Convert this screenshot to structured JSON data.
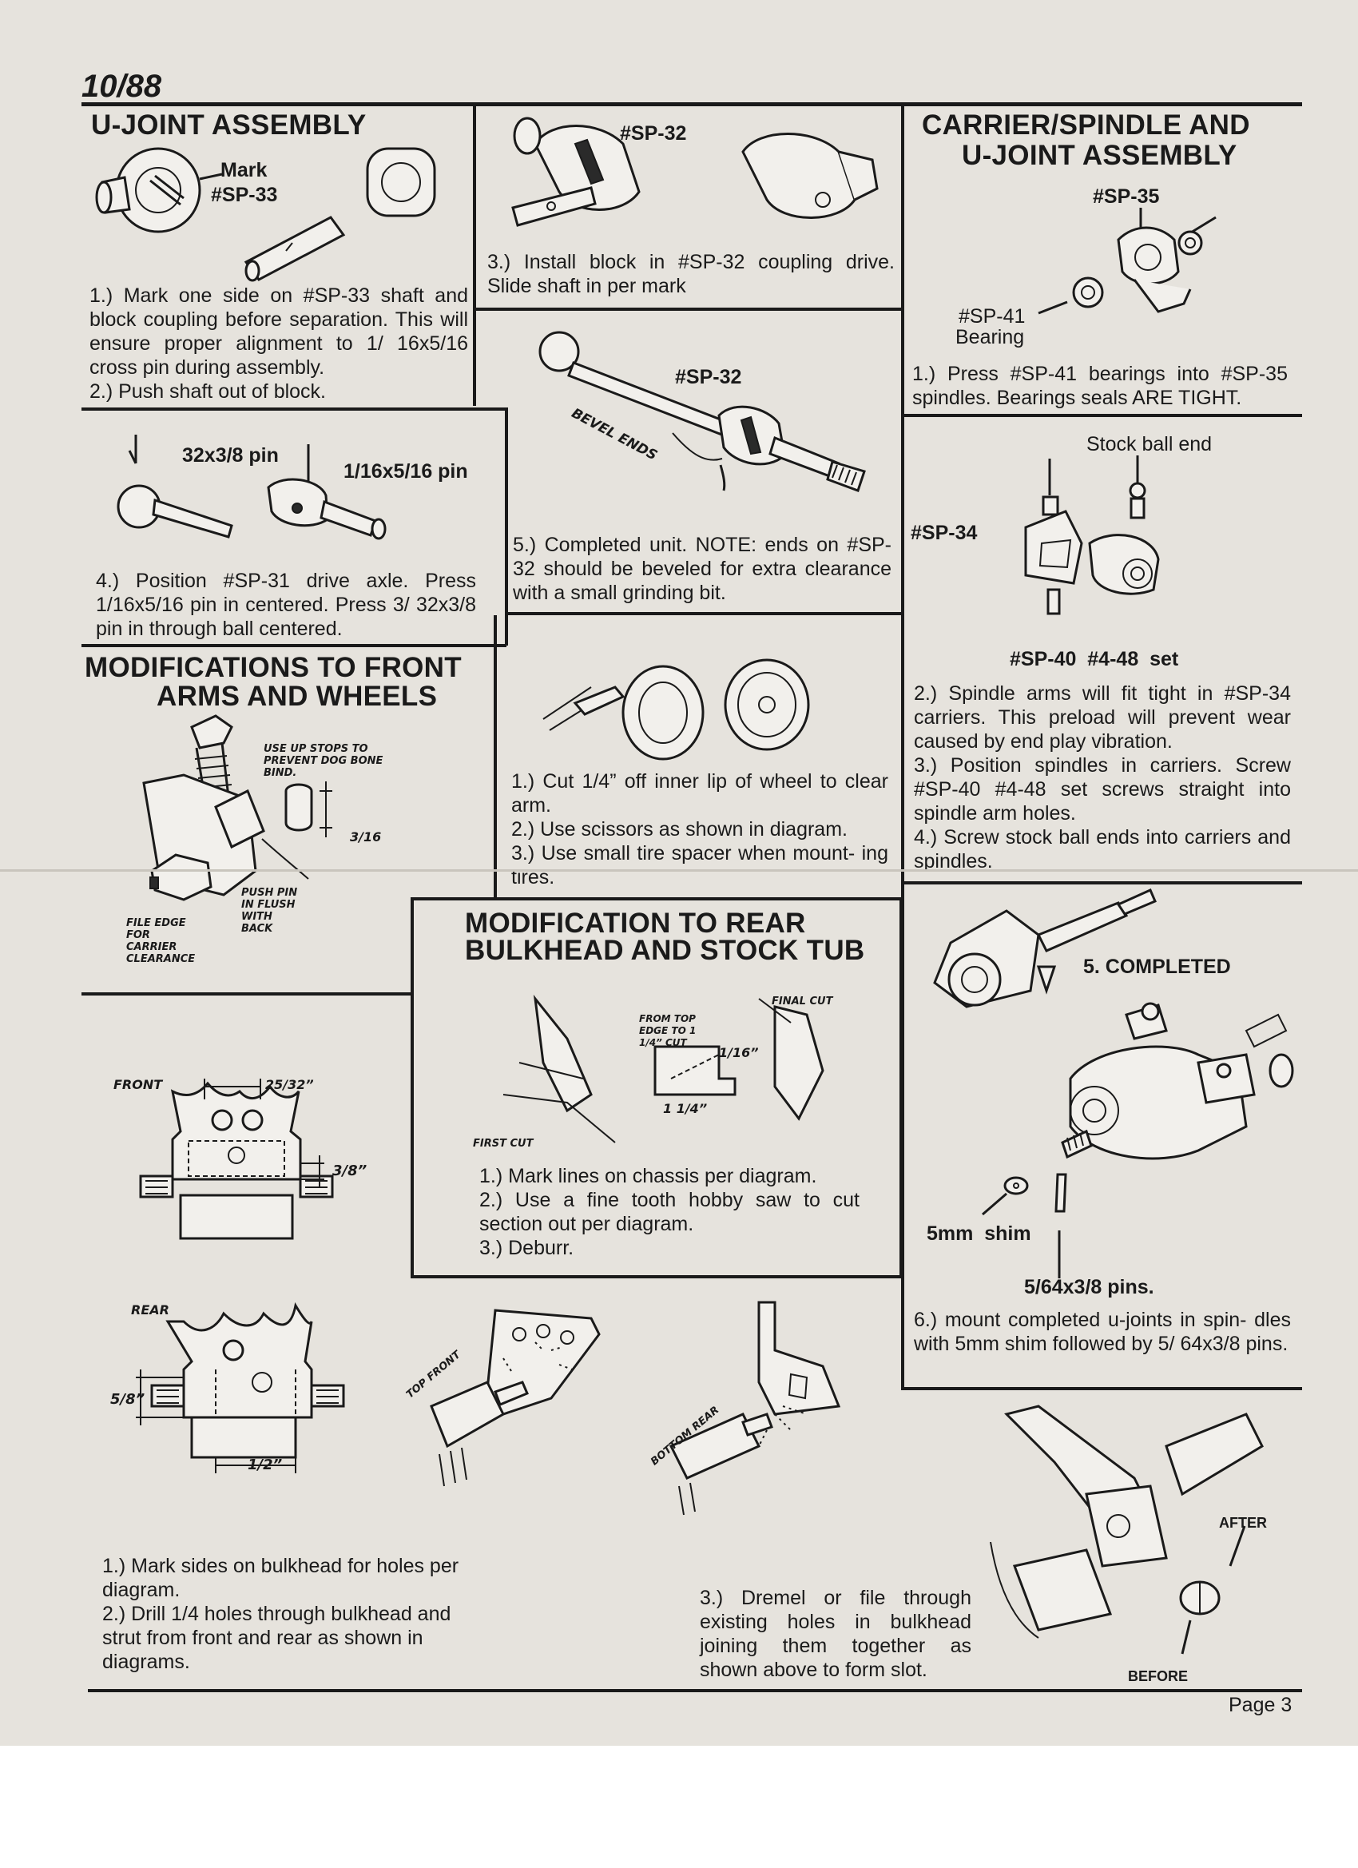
{
  "header": {
    "date": "10/88",
    "page": "Page 3"
  },
  "ujoint": {
    "title": "U-JOINT ASSEMBLY",
    "mark": "Mark",
    "part": "#SP-33",
    "steps": [
      "1.) Mark one side on #SP-33 shaft and block coupling before separation. This will ensure proper alignment to 1/ 16x5/16 cross pin during assembly.",
      "2.) Push shaft out of block."
    ]
  },
  "coupling": {
    "part": "#SP-32",
    "step": "3.) Install block in #SP-32 coupling drive. Slide shaft in per mark"
  },
  "pins": {
    "pin_a": "32x3/8 pin",
    "pin_b": "1/16x5/16 pin",
    "step": "4.) Position #SP-31 drive axle. Press 1/16x5/16 pin in centered. Press 3/ 32x3/8 pin in through ball centered."
  },
  "completed_unit": {
    "part": "#SP-32",
    "bevel": "BEVEL ENDS",
    "step": "5.) Completed unit. NOTE: ends on #SP-32 should be beveled for extra clearance with a small grinding bit."
  },
  "carrier": {
    "title_line1": "CARRIER/SPINDLE AND",
    "title_line2": "U-JOINT ASSEMBLY",
    "part_spindle": "#SP-35",
    "part_bearing": "#SP-41",
    "bearing_word": "Bearing",
    "step": "1.) Press #SP-41 bearings into #SP-35 spindles. Bearings seals ARE TIGHT."
  },
  "carrier2": {
    "stock_ball": "Stock ball end",
    "part_carrier": "#SP-34",
    "setscrew": "#SP-40  #4-48  set",
    "steps": [
      "2.) Spindle arms will fit tight in #SP-34 carriers. This preload will prevent wear caused by end play vibration.",
      "3.) Position spindles in carriers. Screw #SP-40 #4-48 set screws straight into spindle arm holes.",
      "4.) Screw stock ball ends into carriers and spindles."
    ]
  },
  "front_mods": {
    "title_line1": "MODIFICATIONS TO FRONT",
    "title_line2": "ARMS AND WHEELS",
    "note_stops": "USE UP STOPS TO PREVENT DOG BONE BIND.",
    "dim": "3/16",
    "note_pin": "PUSH PIN IN FLUSH WITH BACK",
    "note_file": "FILE EDGE FOR CARRIER CLEARANCE"
  },
  "wheel": {
    "steps": [
      "1.) Cut 1/4” off inner lip of wheel to clear arm.",
      "2.) Use scissors as shown in diagram.",
      "3.) Use small tire spacer when mount- ing tires."
    ]
  },
  "rear_mods": {
    "title_line1": "MODIFICATION TO REAR",
    "title_line2": "BULKHEAD AND STOCK TUB",
    "note_top": "FROM TOP EDGE TO 1 1/4” CUT",
    "note_final": "FINAL CUT",
    "note_first": "FIRST CUT",
    "dim_a": "1/16”",
    "dim_b": "1 1/4”",
    "steps": [
      "1.) Mark lines on chassis per diagram.",
      "2.) Use a fine tooth hobby saw to cut section out per diagram.",
      "3.) Deburr."
    ]
  },
  "completed": {
    "title": "5. COMPLETED",
    "shim": "5mm  shim",
    "pins": "5/64x3/8 pins.",
    "step": "6.) mount completed u-joints in spin- dles with 5mm shim followed by 5/ 64x3/8 pins."
  },
  "bulkhead": {
    "front": "FRONT",
    "rear": "REAR",
    "dim_front": "25/32”",
    "dim_side": "3/8”",
    "dim_rear_side": "5/8”",
    "dim_rear_bottom": "1/2”",
    "top_front": "TOP FRONT",
    "bottom_rear": "BOTTOM REAR",
    "after": "AFTER",
    "before": "BEFORE",
    "steps_left": [
      "1.) Mark sides on bulkhead for holes per diagram.",
      "2.) Drill 1/4 holes through bulkhead and strut from front and rear as shown in diagrams."
    ],
    "step_right": "3.) Dremel or file through existing holes in bulkhead joining them together as shown above to form slot."
  }
}
